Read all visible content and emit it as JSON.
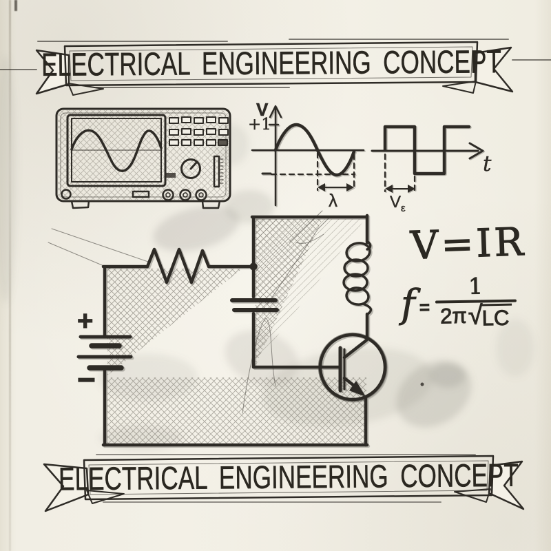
{
  "banners": {
    "top": {
      "text": "ELECTRICAL ENGINEERING CONCEPT"
    },
    "bottom": {
      "text": "ELECTRICAL ENGINEERING CONCEPT"
    }
  },
  "waveforms": {
    "sine": {
      "y_axis_label": "V",
      "amplitude_tick": "+1",
      "wavelength_label": "λ"
    },
    "square": {
      "x_axis_label": "t",
      "interval_main": "V",
      "interval_sub": "ε"
    }
  },
  "circuit": {
    "battery": {
      "positive_label": "+",
      "negative_label": "−"
    },
    "components": [
      "battery",
      "resistor",
      "capacitor",
      "inductor",
      "transistor"
    ]
  },
  "formulas": {
    "ohms_law": "V=IR",
    "resonant_frequency": {
      "lhs": "f",
      "equals": "=",
      "numerator": "1",
      "den_coeff": "2π",
      "sqrt": "√",
      "radicand": "LC"
    }
  },
  "colors": {
    "ink": "#2e2b26",
    "paper": "#f2efe5"
  }
}
